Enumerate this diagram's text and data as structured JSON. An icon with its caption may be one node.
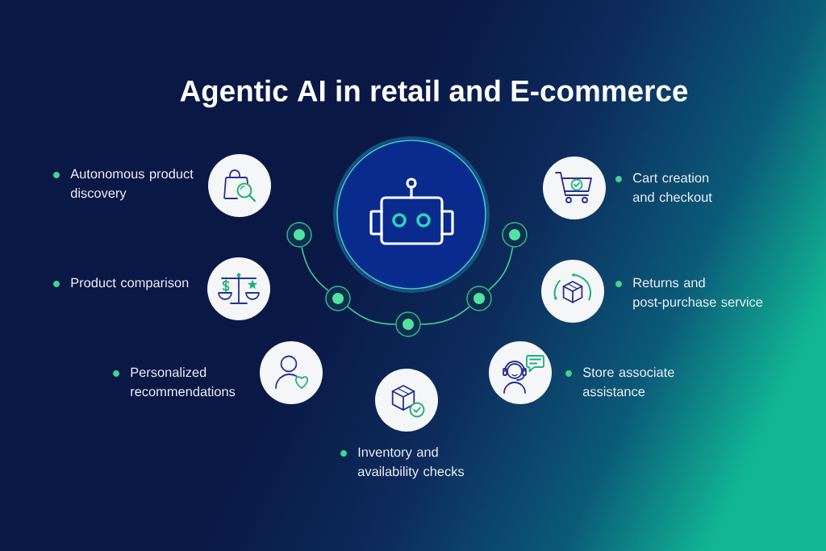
{
  "diagram": {
    "title": "Agentic AI in retail and E-commerce",
    "nodes": [
      {
        "text": [
          "Autonomous product discovery"
        ]
      },
      {
        "text": [],
        "shape": "circle"
      },
      {
        "text": [
          "Cart creation and checkout"
        ]
      },
      {
        "text": [],
        "shape": "circle"
      },
      {
        "text": [],
        "shape": "circle"
      },
      {
        "text": [
          "Product comparison"
        ]
      },
      {
        "text": [],
        "shape": "circle"
      },
      {
        "text": [],
        "shape": "circle"
      },
      {
        "text": [
          "Returns and post-purchase service"
        ]
      },
      {
        "text": [],
        "shape": "circle"
      },
      {
        "text": [
          "Personalized recommendations"
        ]
      },
      {
        "text": [
          "Store associate assistance"
        ]
      },
      {
        "text": [
          "Inventory and availability checks"
        ]
      }
    ],
    "edges": [
      {
        "from": 3,
        "to": 6,
        "arrow": "none"
      },
      {
        "from": 6,
        "to": 9,
        "arrow": "none"
      },
      {
        "from": 9,
        "to": 7,
        "arrow": "none"
      },
      {
        "from": 7,
        "to": 4,
        "arrow": "none"
      }
    ]
  }
}
